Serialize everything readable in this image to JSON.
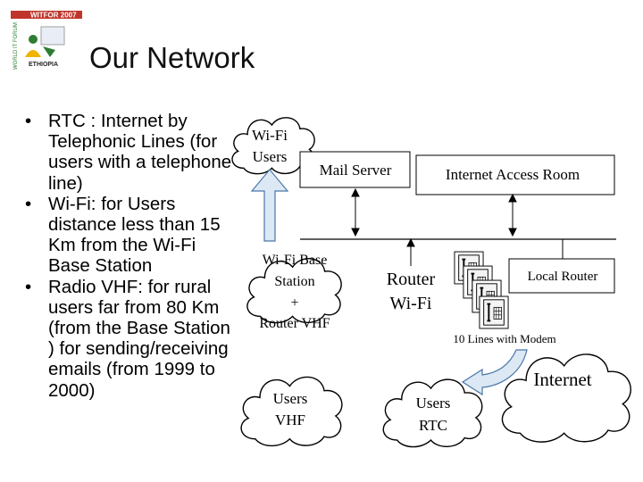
{
  "logo": {
    "top_text": "WITFOR 2007",
    "side_text": "WORLD IT FORUM",
    "bottom_text": "ETHIOPIA"
  },
  "title": "Our Network",
  "bullets": [
    "RTC : Internet by Telephonic Lines (for users with a telephone line)",
    "Wi-Fi: for Users distance less than 15 Km from the Wi-Fi Base Station",
    "Radio VHF: for rural users far from 80 Km (from the Base Station ) for sending/receiving emails (from 1999 to 2000)"
  ],
  "diagram": {
    "wifi_users": [
      "Wi-Fi",
      "Users"
    ],
    "mail_server": "Mail Server",
    "internet_access_room": "Internet Access Room",
    "base_station": [
      "Wi-Fi Base",
      "Station",
      "+",
      "Router VHF"
    ],
    "router_wifi": [
      "Router",
      "Wi-Fi"
    ],
    "local_router": "Local Router",
    "modem_lines": "10 Lines with Modem",
    "internet": "Internet",
    "users_vhf": [
      "Users",
      "VHF"
    ],
    "users_rtc": [
      "Users",
      "RTC"
    ]
  },
  "colors": {
    "cloud_fill": "#ffffff",
    "link_arrow_fill": "#dce8f4",
    "link_arrow_stroke": "#4a76a8",
    "logo_top": "#c0352b",
    "logo_green": "#2e7d32"
  }
}
